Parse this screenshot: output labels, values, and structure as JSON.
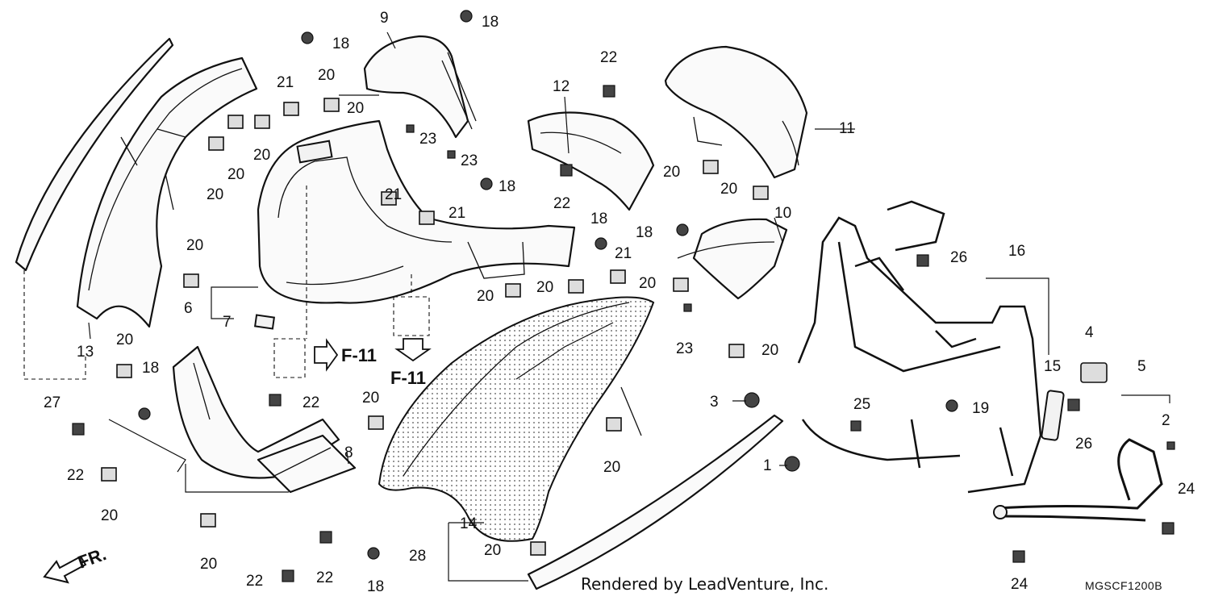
{
  "callouts": {
    "c1": "1",
    "c2": "2",
    "c3": "3",
    "c4": "4",
    "c5": "5",
    "c6": "6",
    "c7": "7",
    "c8": "8",
    "c9": "9",
    "c10": "10",
    "c11": "11",
    "c12": "12",
    "c13": "13",
    "c14": "14",
    "c15": "15",
    "c16": "16",
    "c18": "18",
    "c19": "19",
    "c20": "20",
    "c21": "21",
    "c22": "22",
    "c23": "23",
    "c24": "24",
    "c25": "25",
    "c26": "26",
    "c27": "27",
    "c28": "28"
  },
  "refs": {
    "f11_a": "F-11",
    "f11_b": "F-11"
  },
  "direction_label": "FR.",
  "footer": {
    "rendered_by": "Rendered by LeadVenture, Inc.",
    "diagram_code": "MGSCF1200B"
  }
}
